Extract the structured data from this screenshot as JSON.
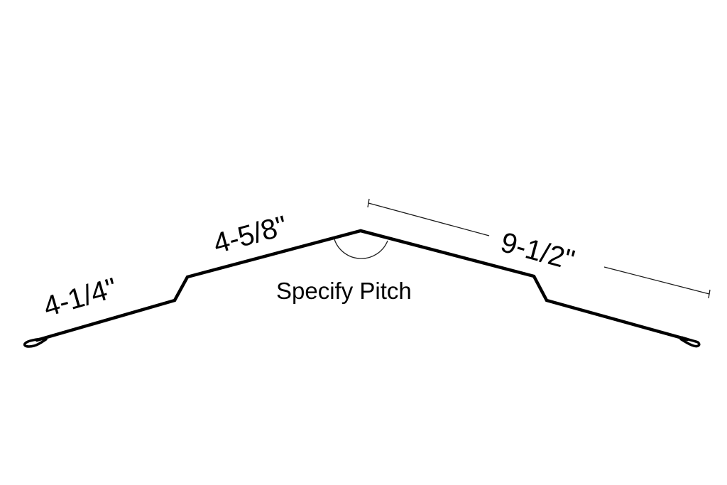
{
  "diagram": {
    "type": "ridge-cap-flashing-profile",
    "labels": {
      "left_hem_segment": "4-1/4\"",
      "left_slope_segment": "4-5/8\"",
      "right_overall_dimension": "9-1/2\"",
      "pitch_note": "Specify Pitch"
    },
    "colors": {
      "background": "#ffffff",
      "stroke": "#000000"
    }
  }
}
